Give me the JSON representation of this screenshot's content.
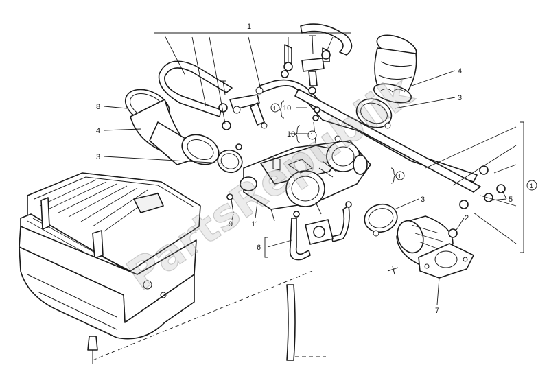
{
  "watermark": {
    "text": "PartsRepublik"
  },
  "callouts": {
    "c1_top": "1",
    "c1_right": "1",
    "c1_left_a": "1",
    "c1_left_b": "1",
    "c1_mid": "1",
    "c2": "2",
    "c3_left": "3",
    "c3_right": "3",
    "c3_mid": "3",
    "c4_left": "4",
    "c4_right": "4",
    "c5": "5",
    "c6": "6",
    "c7": "7",
    "c8": "8",
    "c9": "9",
    "c10_a": "10",
    "c10_b": "10",
    "c11": "11"
  }
}
